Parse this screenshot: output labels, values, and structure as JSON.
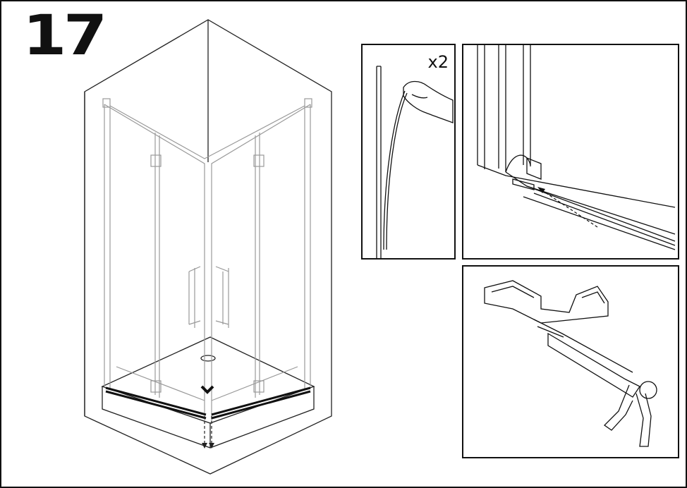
{
  "step": {
    "number": "17"
  },
  "detail_top_left": {
    "quantity": "x2"
  },
  "panels": [
    {
      "id": "silicone-strip-panel"
    },
    {
      "id": "seal-closeup-panel"
    },
    {
      "id": "sealant-gun-panel"
    }
  ],
  "icons": [
    "hand-icon",
    "arrow-icon",
    "sealant-gun-icon"
  ]
}
